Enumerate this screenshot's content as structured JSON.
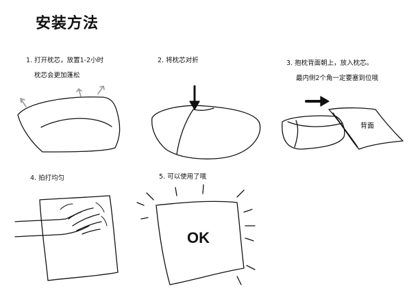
{
  "title": "安装方法",
  "steps": [
    {
      "lines": [
        "1. 打开枕芯，放置1-2小时",
        "枕芯会更加蓬松"
      ]
    },
    {
      "lines": [
        "2. 将枕芯对折"
      ]
    },
    {
      "lines": [
        "3.  抱枕背面朝上，放入枕芯。",
        "最内侧2个角一定要塞到位哦"
      ]
    },
    {
      "lines": [
        "4. 拍打均匀"
      ]
    },
    {
      "lines": [
        "5. 可以使用了哦"
      ]
    }
  ],
  "labels": {
    "back_side": "背面",
    "ok": "OK"
  }
}
